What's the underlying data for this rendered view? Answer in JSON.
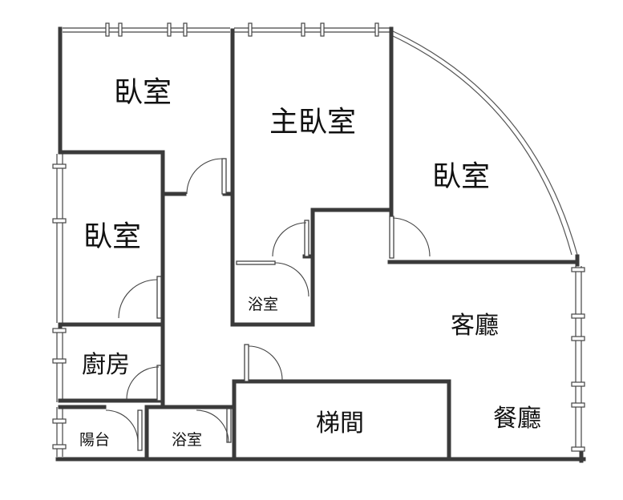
{
  "rooms": {
    "bedroom_top_left": "臥室",
    "master_bedroom": "主臥室",
    "bedroom_right": "臥室",
    "bedroom_left": "臥室",
    "bathroom_middle": "浴室",
    "living_room": "客廳",
    "kitchen": "廚房",
    "stairwell": "梯間",
    "dining_room": "餐廳",
    "balcony": "陽台",
    "bathroom_bottom": "浴室"
  },
  "colors": {
    "wall": "#3a3a3a",
    "text": "#111111",
    "background": "#ffffff"
  }
}
